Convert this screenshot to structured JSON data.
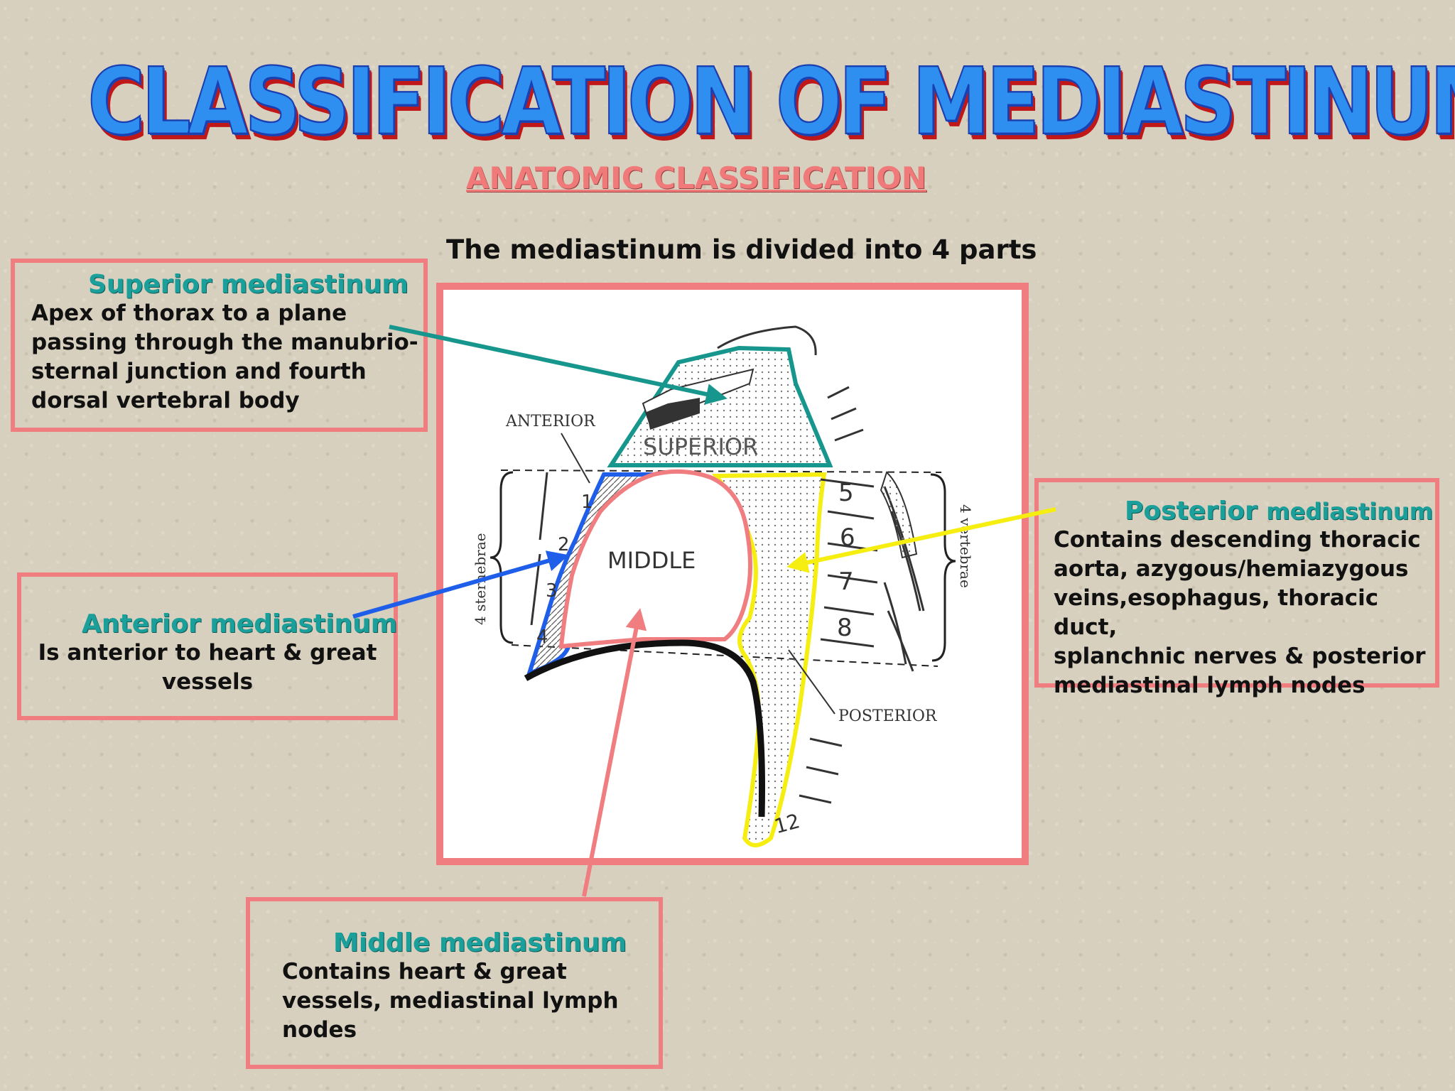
{
  "title": "CLASSIFICATION OF MEDIASTINUM",
  "subtitle": "ANATOMIC CLASSIFICATION",
  "intro": "The mediastinum is divided into 4 parts",
  "boxes": {
    "superior": {
      "heading": "Superior mediastinum",
      "body": "Apex of thorax to a plane\npassing through the manubrio-\nsternal junction and fourth\ndorsal vertebral body"
    },
    "anterior": {
      "heading": "Anterior mediastinum",
      "body": "Is anterior to heart & great\nvessels"
    },
    "middle": {
      "heading": "Middle mediastinum",
      "body": "Contains heart & great\nvessels, mediastinal lymph\nnodes"
    },
    "posterior": {
      "heading_main": "Posterior",
      "heading_small": "mediastinum",
      "body": "Contains descending thoracic\naorta, azygous/hemiazygous\nveins,esophagus, thoracic duct,\nsplanchnic nerves & posterior\nmediastinal lymph nodes"
    }
  },
  "diagram": {
    "labels": {
      "anterior": "ANTERIOR",
      "superior": "SUPERIOR",
      "middle": "MIDDLE",
      "posterior": "POSTERIOR",
      "sternebrae": "4 sternebrae",
      "vertebrae": "4 vertebrae"
    },
    "sternebra_numbers": [
      "1",
      "2",
      "3",
      "4"
    ],
    "vertebra_numbers": [
      "5",
      "6",
      "7",
      "8"
    ],
    "last_vertebra": "12"
  },
  "colors": {
    "superior_outline": "#16968c",
    "anterior_outline": "#1f5ee8",
    "middle_outline": "#f07d80",
    "posterior_outline": "#f5ee10",
    "box_border": "#f07d80",
    "heading": "#1a9f9a"
  }
}
